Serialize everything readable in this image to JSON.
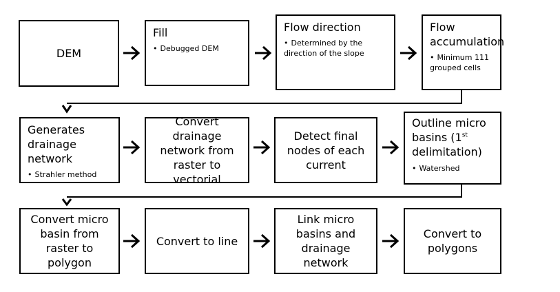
{
  "row1": [
    {
      "title": "DEM"
    },
    {
      "title": "Fill",
      "bullet": "Debugged DEM"
    },
    {
      "title": "Flow direction",
      "bullet": "Determined by the direction of the slope"
    },
    {
      "title": "Flow accumulation",
      "bullet": "Minimum 111 grouped cells"
    }
  ],
  "row2": [
    {
      "title": "Generates drainage network",
      "bullet": "Strahler method"
    },
    {
      "title": "Convert drainage network from raster to vectorial"
    },
    {
      "title": "Detect final nodes of each current"
    },
    {
      "title_pre": "Outline micro basins (1",
      "title_sup": "st",
      "title_post": " delimitation)",
      "bullet": "Watershed"
    }
  ],
  "row3": [
    {
      "title": "Convert micro basin from raster to polygon"
    },
    {
      "title": "Convert to line"
    },
    {
      "title": "Link micro basins and drainage network"
    },
    {
      "title": "Convert to polygons"
    }
  ]
}
